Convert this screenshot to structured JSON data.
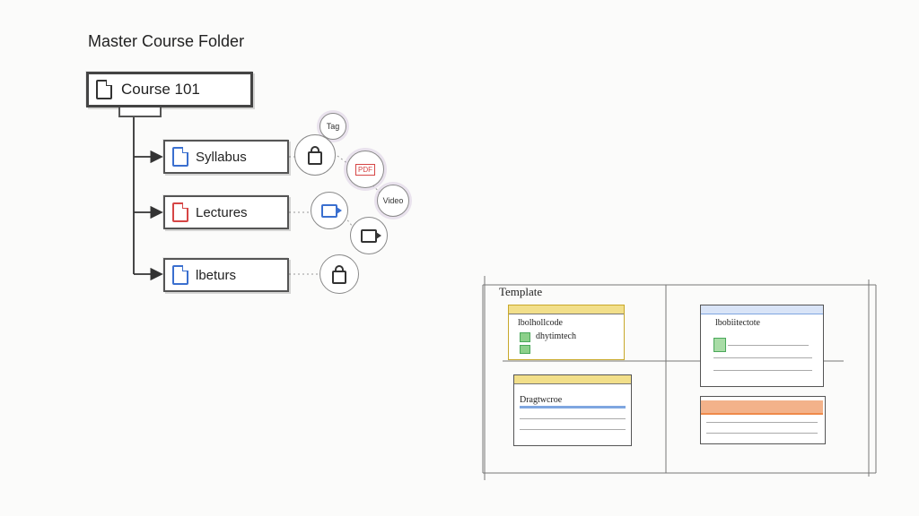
{
  "diagram": {
    "title": "Master Course Folder",
    "root": {
      "label": "Course 101",
      "icon": "folder-icon"
    },
    "children": [
      {
        "label": "Syllabus",
        "icon": "document-icon",
        "color": "#3a6fcf"
      },
      {
        "label": "Lectures",
        "icon": "pdf-file-icon",
        "color": "#d64545"
      },
      {
        "label": "lbeturs",
        "icon": "document-icon",
        "color": "#3a6fcf"
      }
    ],
    "bubbles": [
      {
        "label": "Tag",
        "icon": "tag-icon"
      },
      {
        "label": "",
        "icon": "lock-icon"
      },
      {
        "label": "PDF",
        "icon": "pdf-icon"
      },
      {
        "label": "Video",
        "icon": "video-icon"
      },
      {
        "label": "",
        "icon": "camera-icon"
      },
      {
        "label": "",
        "icon": "video-camera-icon"
      },
      {
        "label": "",
        "icon": "lock-icon"
      }
    ],
    "template": {
      "title": "Template",
      "windows": [
        {
          "title": "lbolhollcode",
          "subtitle": "dhytimtech",
          "accent": "#e8c84a"
        },
        {
          "title": "lbobiitectote",
          "subtitle": "",
          "accent": "#4aa85a"
        },
        {
          "title": "Dragtwcroe",
          "subtitle": "",
          "accent": "#7fa6e0"
        },
        {
          "title": "",
          "subtitle": "",
          "accent": "#ef8a4a"
        }
      ]
    }
  }
}
